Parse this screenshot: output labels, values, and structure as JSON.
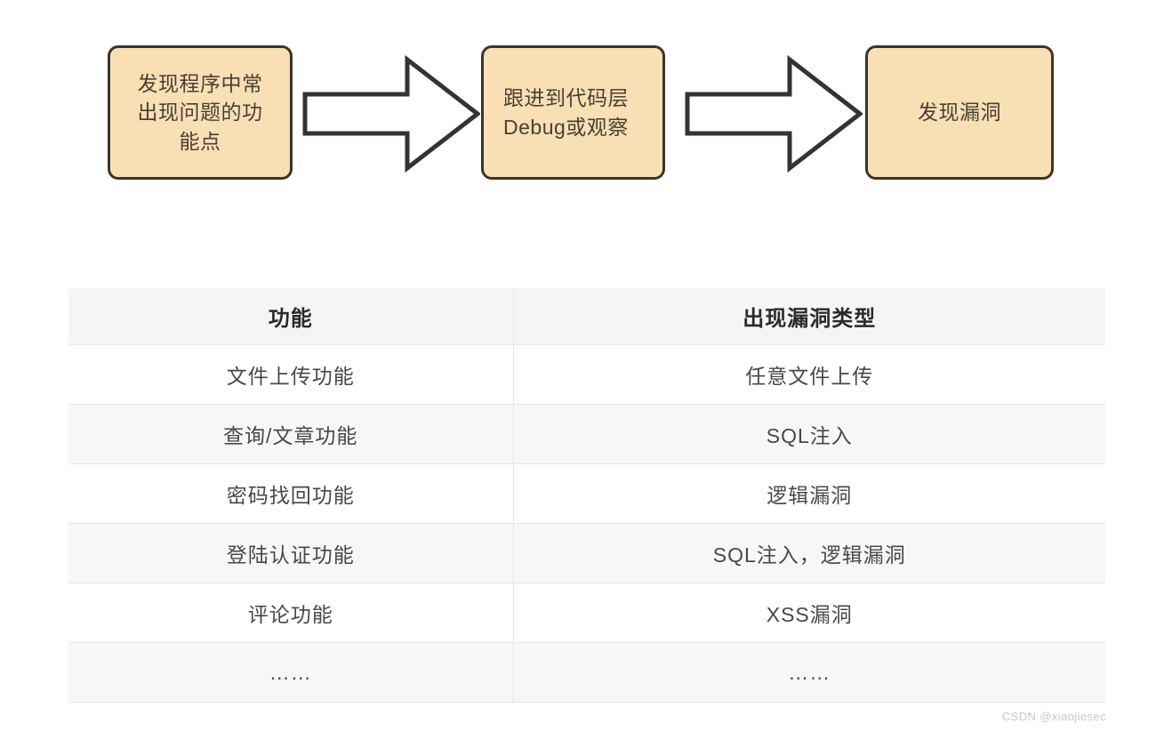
{
  "flow": {
    "boxes": [
      {
        "text": "发现程序中常\n出现问题的功\n能点"
      },
      {
        "text": "跟进到代码层\nDebug或观察"
      },
      {
        "text": "发现漏洞"
      }
    ],
    "arrows": [
      {
        "name": "right-arrow-icon"
      },
      {
        "name": "right-arrow-icon"
      }
    ],
    "colors": {
      "box_fill": "#F8DFB4",
      "box_border": "#3A342F",
      "box_text": "#4A4036",
      "arrow_stroke": "#333333"
    }
  },
  "table": {
    "headers": [
      "功能",
      "出现漏洞类型"
    ],
    "rows": [
      [
        "文件上传功能",
        "任意文件上传"
      ],
      [
        "查询/文章功能",
        "SQL注入"
      ],
      [
        "密码找回功能",
        "逻辑漏洞"
      ],
      [
        "登陆认证功能",
        "SQL注入，逻辑漏洞"
      ],
      [
        "评论功能",
        "XSS漏洞"
      ],
      [
        "……",
        "……"
      ]
    ],
    "colors": {
      "header_bg": "#F5F5F6",
      "row_bg_odd": "#FFFFFF",
      "row_bg_even": "#F7F7F8",
      "border": "#E3E6EA",
      "header_text": "#2B2B2B",
      "cell_text": "#484848"
    }
  },
  "watermark": {
    "text": "CSDN @xiaojiesec"
  }
}
